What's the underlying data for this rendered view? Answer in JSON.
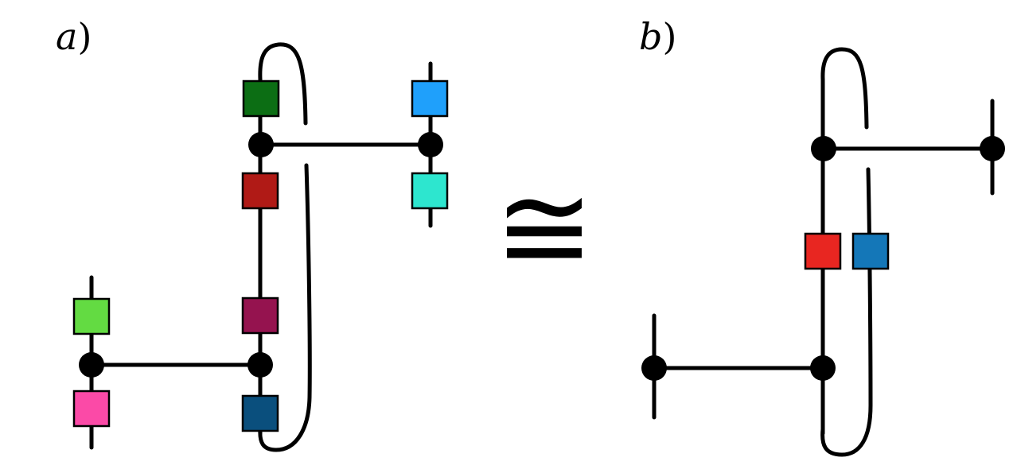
{
  "labels": {
    "panel_a": "a",
    "panel_b": "b",
    "paren": ")",
    "relation": "≅"
  },
  "panel_a": {
    "boxes": [
      {
        "id": "box-dark-green",
        "color": "#0c6e14"
      },
      {
        "id": "box-dark-red",
        "color": "#b01a16"
      },
      {
        "id": "box-purple",
        "color": "#95134f"
      },
      {
        "id": "box-dark-blue",
        "color": "#0a4f7d"
      },
      {
        "id": "box-sky-blue",
        "color": "#1fa0fb"
      },
      {
        "id": "box-cyan",
        "color": "#2de6cf"
      },
      {
        "id": "box-light-green",
        "color": "#63db42"
      },
      {
        "id": "box-pink",
        "color": "#fb4aa7"
      }
    ]
  },
  "panel_b": {
    "boxes": [
      {
        "id": "box-red",
        "color": "#e82621"
      },
      {
        "id": "box-blue",
        "color": "#1477b8"
      }
    ]
  }
}
